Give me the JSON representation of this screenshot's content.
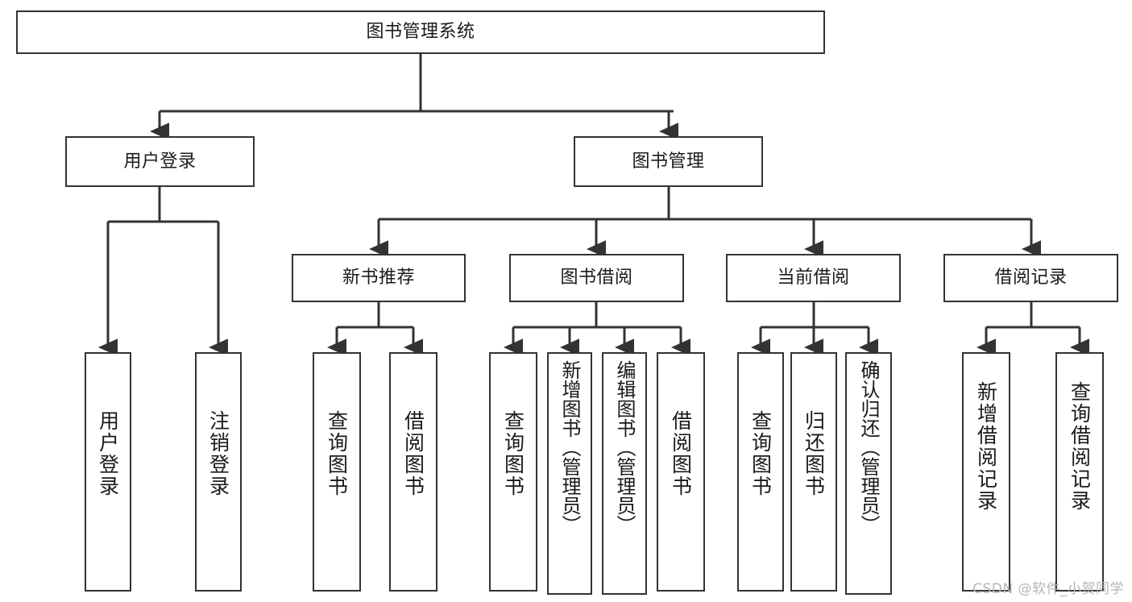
{
  "diagram": {
    "title": "图书管理系统",
    "type": "tree-hierarchy",
    "root": {
      "id": "root",
      "label": "图书管理系统"
    },
    "level2": [
      {
        "id": "user-login",
        "label": "用户登录"
      },
      {
        "id": "book-manage",
        "label": "图书管理"
      }
    ],
    "level3": [
      {
        "id": "new-book-recommend",
        "label": "新书推荐"
      },
      {
        "id": "book-borrow",
        "label": "图书借阅"
      },
      {
        "id": "current-borrow",
        "label": "当前借阅"
      },
      {
        "id": "borrow-record",
        "label": "借阅记录"
      }
    ],
    "leaves": [
      {
        "id": "leaf-user-login",
        "label": "用户登录",
        "parent": "user-login"
      },
      {
        "id": "leaf-logout-login",
        "label": "注销登录",
        "parent": "user-login"
      },
      {
        "id": "leaf-query-book-1",
        "label": "查询图书",
        "parent": "new-book-recommend"
      },
      {
        "id": "leaf-borrow-book-1",
        "label": "借阅图书",
        "parent": "new-book-recommend"
      },
      {
        "id": "leaf-query-book-2",
        "label": "查询图书",
        "parent": "book-borrow"
      },
      {
        "id": "leaf-add-book",
        "label": "新增图书（管理员）",
        "parent": "book-borrow"
      },
      {
        "id": "leaf-edit-book",
        "label": "编辑图书（管理员）",
        "parent": "book-borrow"
      },
      {
        "id": "leaf-borrow-book-2",
        "label": "借阅图书",
        "parent": "book-borrow"
      },
      {
        "id": "leaf-query-book-3",
        "label": "查询图书",
        "parent": "current-borrow"
      },
      {
        "id": "leaf-return-book",
        "label": "归还图书",
        "parent": "current-borrow"
      },
      {
        "id": "leaf-confirm-return",
        "label": "确认归还（管理员）",
        "parent": "current-borrow"
      },
      {
        "id": "leaf-add-record",
        "label": "新增借阅记录",
        "parent": "borrow-record"
      },
      {
        "id": "leaf-query-record",
        "label": "查询借阅记录",
        "parent": "borrow-record"
      }
    ],
    "colors": {
      "stroke": "#333333",
      "fill": "#ffffff",
      "text": "#1a1a1a",
      "watermark": "#b6b6b6"
    }
  },
  "watermark": {
    "text": "CSDN @软件_小贺同学"
  }
}
